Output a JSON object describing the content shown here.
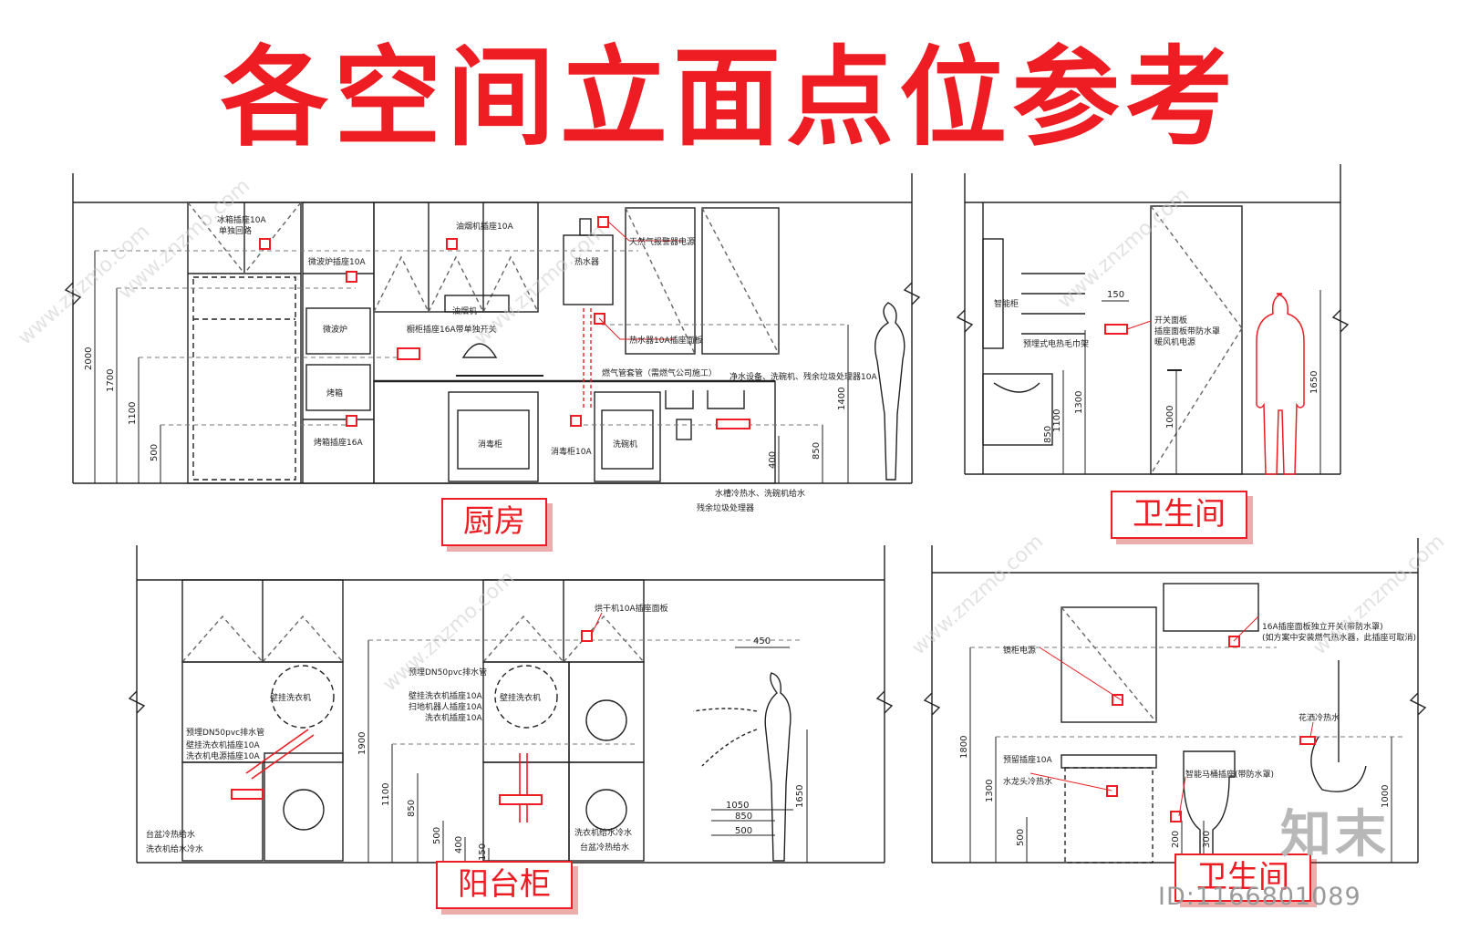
{
  "title": "各空间立面点位参考",
  "colors": {
    "accent": "#ee1d23",
    "line": "#222222",
    "dash": "#555555",
    "watermark": "#cccccc"
  },
  "watermark_text": "www.znzmo.com",
  "logo_text": "知末",
  "image_id": "ID:1166801089",
  "kitchen": {
    "label": "厨房",
    "notes": {
      "fridge": "冰箱插座10A",
      "fridge2": "单独回路",
      "gas_alarm": "天然气报警器电源",
      "hood": "油烟机插座10A",
      "microwave_socket": "微波炉插座10A",
      "hood_label": "油烟机",
      "cooktop_switch": "橱柜插座16A带单独开关",
      "heater_socket": "热水器10A插座面板",
      "gas_pipe": "燃气管套管（需燃气公司施工）",
      "sink_devices": "净水设备、洗碗机、残余垃圾处理器10A",
      "oven_socket": "烤箱插座16A",
      "disinfect_socket": "消毒柜10A",
      "water": "水槽冷热水、洗碗机给水",
      "waste": "残余垃圾处理器",
      "heater": "热水器",
      "microwave": "微波炉",
      "oven": "烤箱",
      "disinfect": "消毒柜",
      "dishwasher": "洗碗机"
    },
    "dims": [
      "2000",
      "1700",
      "1100",
      "500",
      "1400",
      "850",
      "400"
    ]
  },
  "bath_top": {
    "label": "卫生间",
    "notes": {
      "switch": "开关面板",
      "switch2": "插座面板带防水罩",
      "switch3": "暖风机电源",
      "towel": "预埋式电热毛巾架",
      "cabinet": "智能柜"
    },
    "dims": [
      "150",
      "1300",
      "1100",
      "850",
      "1000",
      "1650"
    ]
  },
  "balcony": {
    "label": "阳台柜",
    "notes": {
      "dryer": "烘干机10A插座面板",
      "drain_pipe": "预埋DN50pvc排水管",
      "drain_pipe_left": "预埋DN50pvc排水管",
      "wall_washer": "壁挂洗衣机",
      "wall_washer2": "壁挂洗衣机",
      "socket_a": "壁挂洗衣机插座10A",
      "socket_b": "扫地机器人插座10A",
      "socket_c": "洗衣机插座10A",
      "left_a": "壁挂洗衣机插座10A",
      "left_b": "洗衣机电源插座10A",
      "basin_water": "台盆冷热给水",
      "washer_water": "洗衣机给水冷水",
      "washer_water_r": "洗衣机给水冷水",
      "basin_water_r": "台盆冷热给水"
    },
    "dims": [
      "450",
      "1900",
      "1100",
      "850",
      "500",
      "400",
      "150",
      "1650",
      "1050",
      "850",
      "500"
    ]
  },
  "bath_bottom": {
    "label": "卫生间",
    "notes": {
      "heater_switch": "16A插座面板独立开关(带防水罩)",
      "heater_note": "(如方案中安装燃气热水器，此插座可取消)",
      "mirror": "镜柜电源",
      "shower": "花洒冷热水",
      "reserve": "预留插座10A",
      "tap": "水龙头冷热水",
      "toilet": "智能马桶插座(带防水罩)"
    },
    "dims": [
      "1800",
      "1300",
      "500",
      "200",
      "300",
      "1000"
    ]
  }
}
